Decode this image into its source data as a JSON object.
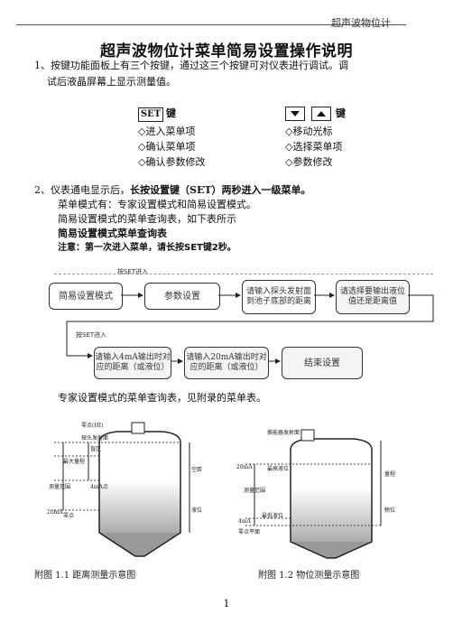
{
  "header": {
    "doc_name": "超声波物位计"
  },
  "title": "超声波物位计菜单简易设置操作说明",
  "section1": {
    "line1": "1、按键功能面板上有三个按键，通过这三个按键可对仪表进行调试。调",
    "line2": "试后液晶屏幕上显示测量值。"
  },
  "keys": {
    "set_key_label": "SET",
    "set_suffix": "键",
    "arrow_suffix": "键",
    "set_functions": [
      "◇进入菜单项",
      "◇确认菜单项",
      "◇确认参数修改"
    ],
    "arrow_functions": [
      "◇移动光标",
      "◇选择菜单项",
      "◇参数修改"
    ]
  },
  "section2": {
    "line1_prefix": "2、仪表通电显示后，",
    "line1_bold": "长按设置键（SET）两秒进入一级菜单。",
    "line2": "菜单模式有：专家设置模式和简易设置模式。",
    "line3": "简易设置模式的菜单查询表，如下表所示",
    "table_title": "简易设置模式菜单查询表",
    "note": "注意：第一次进入菜单，请长按SET键2秒。"
  },
  "flow": {
    "row1_label": "按SET进入",
    "row1": [
      "简易设置模式",
      "参数设置",
      "请输入探头发射面到池子底部的距离",
      "请选择要输出液位值还是距离值"
    ],
    "row2_label": "按SET进入",
    "row2": [
      "请输入4mA输出时对应的距离（或液位）",
      "请输入20mA输出时对应的距离（或液位）",
      "结束设置"
    ]
  },
  "expert_note": "专家设置模式的菜单查询表，见附录的菜单表。",
  "figure1": {
    "caption": "附图 1.1 距离测量示意图",
    "labels": [
      "零点(HI)",
      "探头发射面",
      "盲区",
      "最大量程",
      "测量范围",
      "空距",
      "4mA点",
      "20mA",
      "液位",
      "零点"
    ]
  },
  "figure2": {
    "caption": "附图 1.2 物位测量示意图",
    "labels": [
      "换能器发射面",
      "20mA",
      "最高液位",
      "量程",
      "测量范围",
      "最低液位",
      "4mA",
      "零点平面",
      "物位"
    ]
  },
  "page_number": "1"
}
